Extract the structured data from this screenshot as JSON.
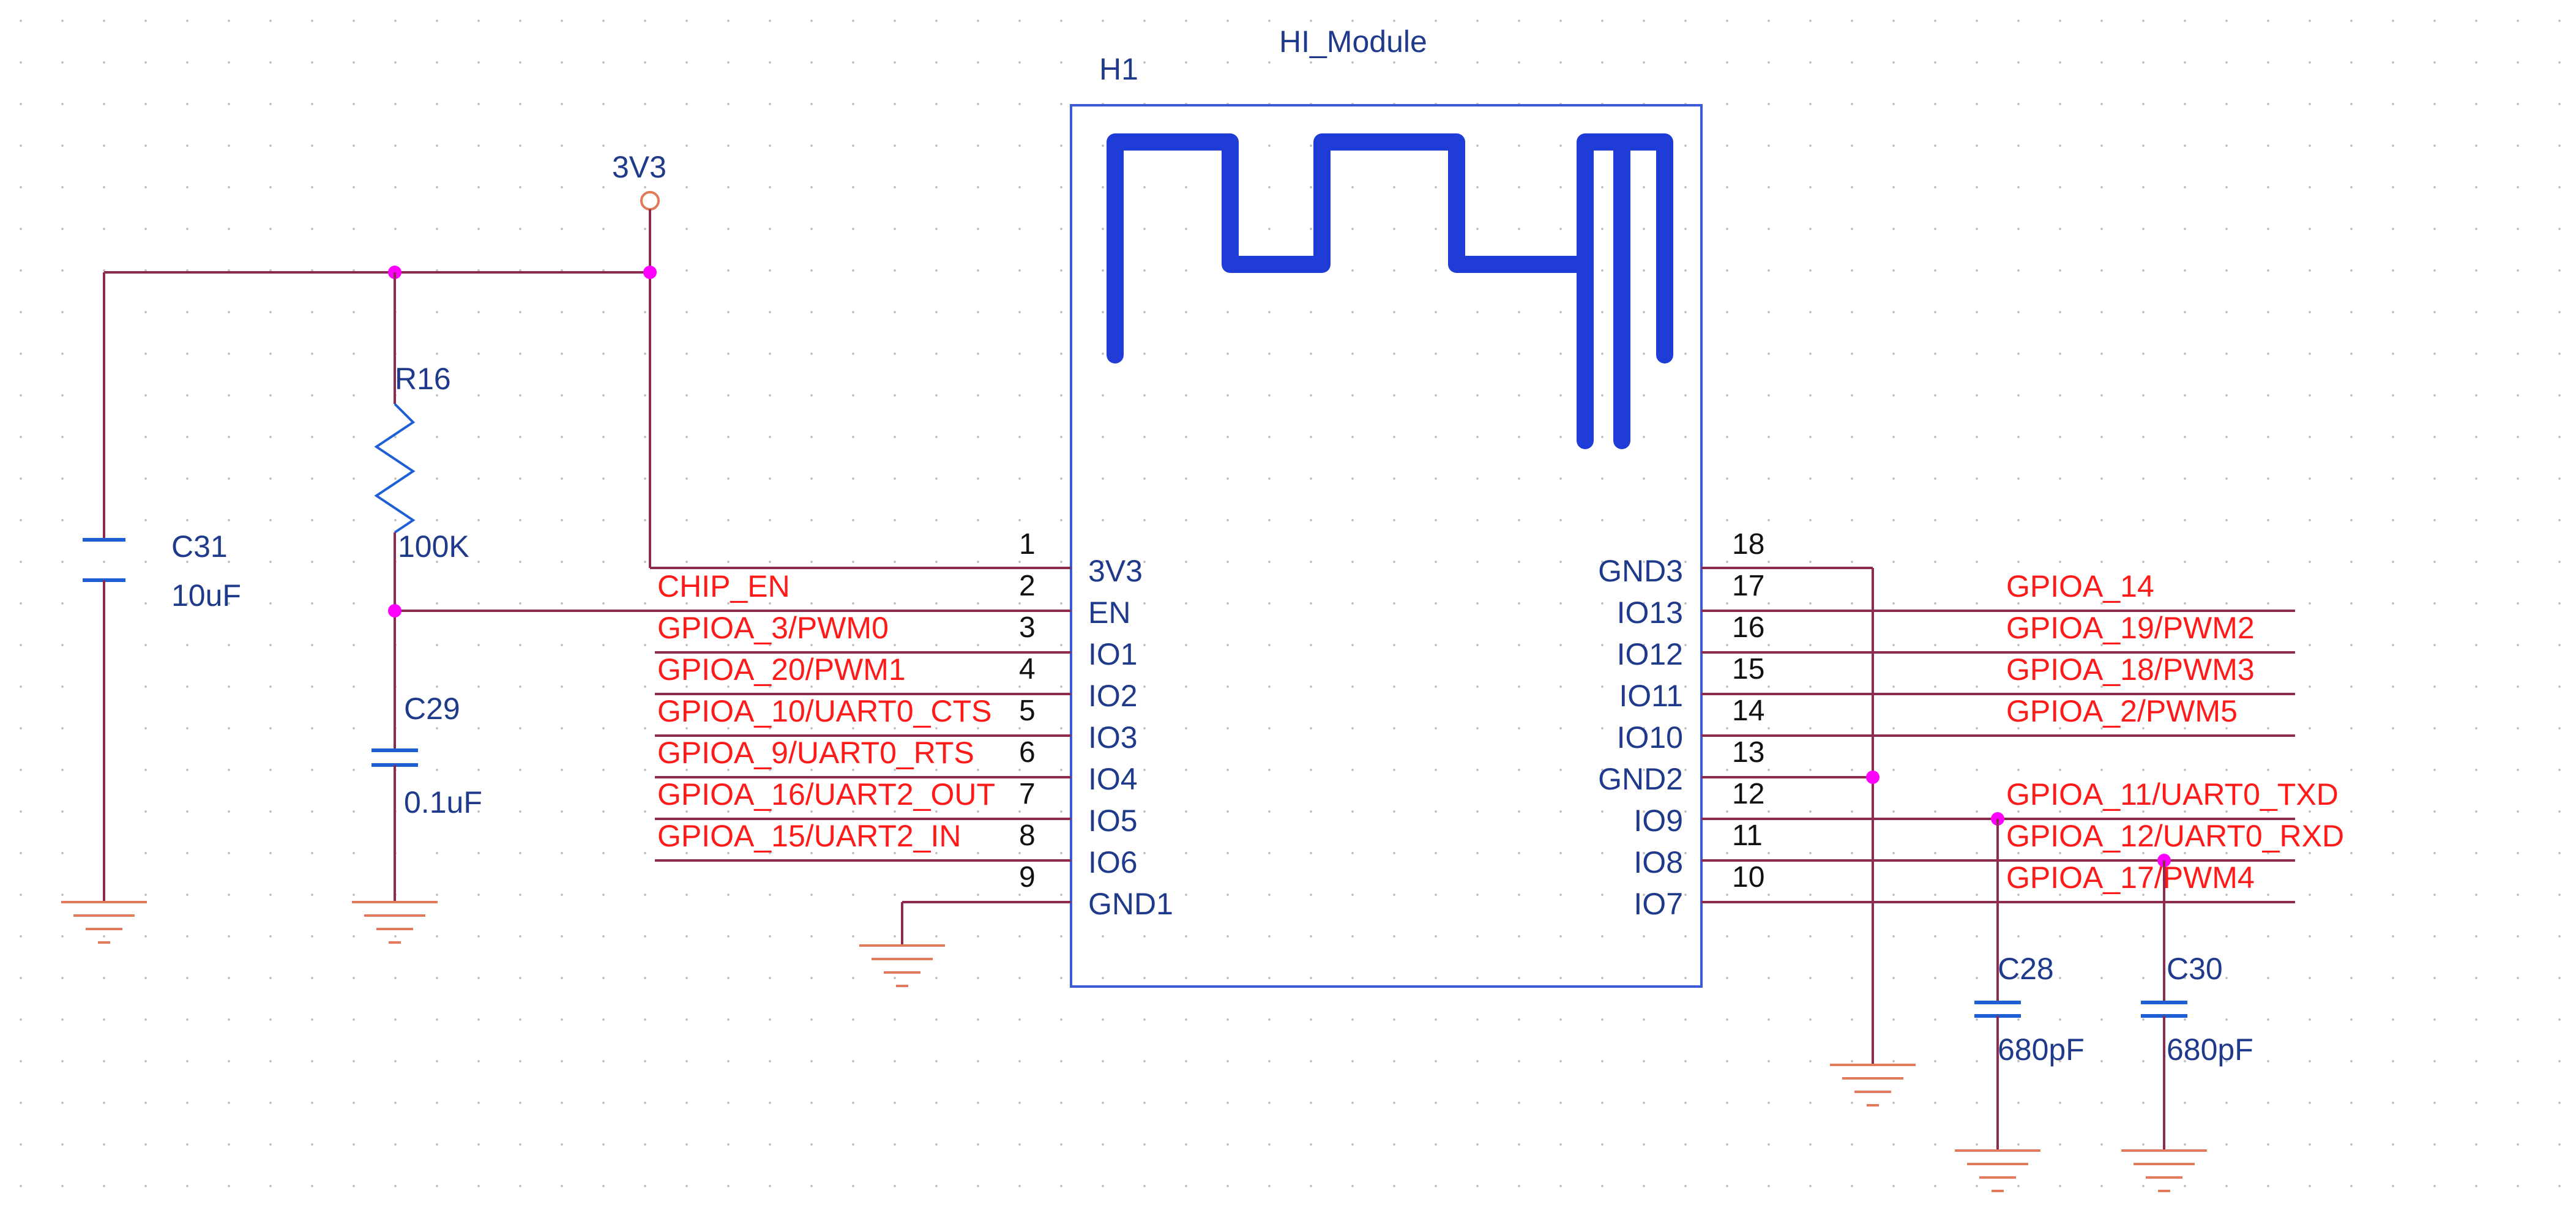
{
  "module": {
    "title": "HI_Module",
    "ref": "H1"
  },
  "power": {
    "net": "3V3"
  },
  "resistor": {
    "ref": "R16",
    "value": "100K"
  },
  "caps": {
    "c31": {
      "ref": "C31",
      "value": "10uF"
    },
    "c29": {
      "ref": "C29",
      "value": "0.1uF"
    },
    "c28": {
      "ref": "C28",
      "value": "680pF"
    },
    "c30": {
      "ref": "C30",
      "value": "680pF"
    }
  },
  "left_pins": [
    {
      "num": "1",
      "name": "3V3",
      "net": ""
    },
    {
      "num": "2",
      "name": "EN",
      "net": "CHIP_EN"
    },
    {
      "num": "3",
      "name": "IO1",
      "net": "GPIOA_3/PWM0"
    },
    {
      "num": "4",
      "name": "IO2",
      "net": "GPIOA_20/PWM1"
    },
    {
      "num": "5",
      "name": "IO3",
      "net": "GPIOA_10/UART0_CTS"
    },
    {
      "num": "6",
      "name": "IO4",
      "net": "GPIOA_9/UART0_RTS"
    },
    {
      "num": "7",
      "name": "IO5",
      "net": "GPIOA_16/UART2_OUT"
    },
    {
      "num": "8",
      "name": "IO6",
      "net": "GPIOA_15/UART2_IN"
    },
    {
      "num": "9",
      "name": "GND1",
      "net": ""
    }
  ],
  "right_pins": [
    {
      "num": "18",
      "name": "GND3",
      "net": ""
    },
    {
      "num": "17",
      "name": "IO13",
      "net": "GPIOA_14"
    },
    {
      "num": "16",
      "name": "IO12",
      "net": "GPIOA_19/PWM2"
    },
    {
      "num": "15",
      "name": "IO11",
      "net": "GPIOA_18/PWM3"
    },
    {
      "num": "14",
      "name": "IO10",
      "net": "GPIOA_2/PWM5"
    },
    {
      "num": "13",
      "name": "GND2",
      "net": ""
    },
    {
      "num": "12",
      "name": "IO9",
      "net": "GPIOA_11/UART0_TXD"
    },
    {
      "num": "11",
      "name": "IO8",
      "net": "GPIOA_12/UART0_RXD"
    },
    {
      "num": "10",
      "name": "IO7",
      "net": "GPIOA_17/PWM4"
    }
  ]
}
